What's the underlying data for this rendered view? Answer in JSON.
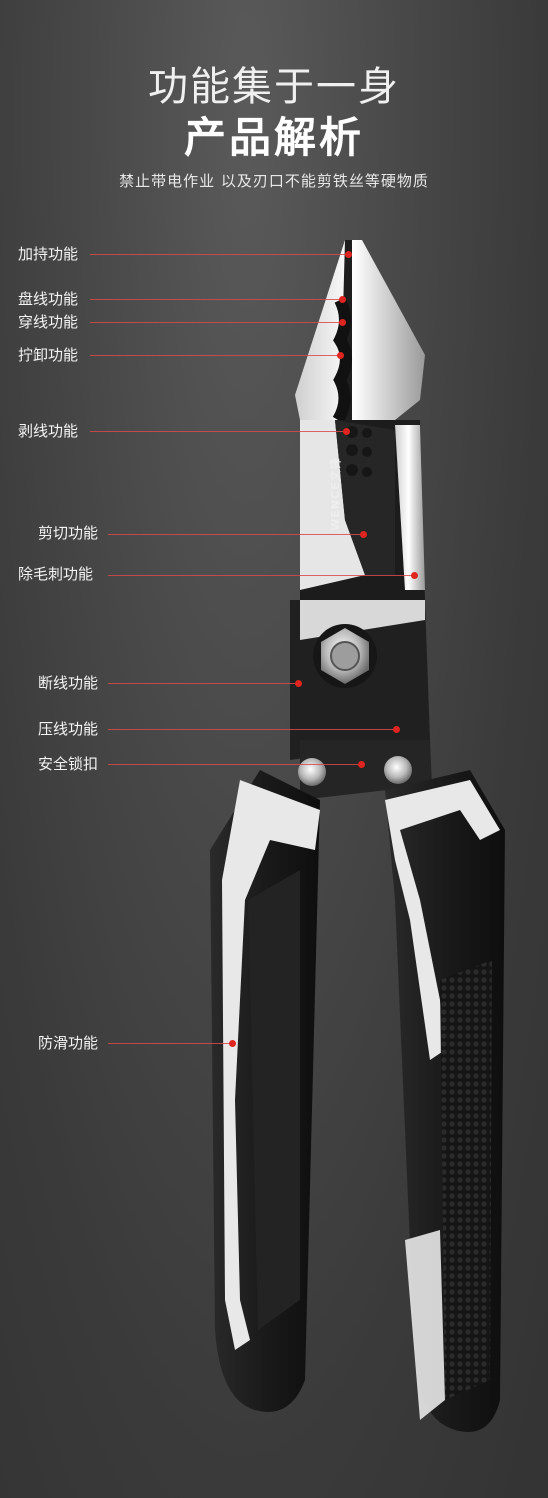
{
  "header": {
    "title": "功能集于一身",
    "subtitle": "产品解析",
    "note": "禁止带电作业 以及刃口不能剪铁丝等硬物质"
  },
  "brand": {
    "logo": "WENCE文锋"
  },
  "colors": {
    "accent": "#e0241f",
    "line": "#d94a4a",
    "handle": "#1c1c1c",
    "handle_trim": "#e8e8e8"
  },
  "features": [
    {
      "id": "grip",
      "label": "加持功能"
    },
    {
      "id": "coil",
      "label": "盘线功能"
    },
    {
      "id": "thread",
      "label": "穿线功能"
    },
    {
      "id": "unscrew",
      "label": "拧卸功能"
    },
    {
      "id": "strip",
      "label": "剥线功能"
    },
    {
      "id": "cut",
      "label": "剪切功能"
    },
    {
      "id": "deburr",
      "label": "除毛刺功能"
    },
    {
      "id": "break",
      "label": "断线功能"
    },
    {
      "id": "crimp",
      "label": "压线功能"
    },
    {
      "id": "lock",
      "label": "安全锁扣"
    },
    {
      "id": "antislip",
      "label": "防滑功能"
    }
  ]
}
